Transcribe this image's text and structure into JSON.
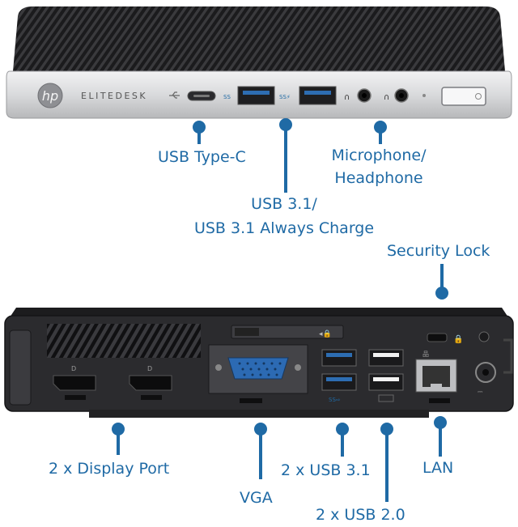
{
  "front": {
    "brand_logo_text": "hp",
    "model_text": "ELITEDESK",
    "labels": {
      "usb_type_c": "USB Type-C",
      "usb31_line1": "USB 3.1/",
      "usb31_line2": "USB 3.1 Always Charge",
      "mic_line1": "Microphone/",
      "mic_line2": "Headphone"
    }
  },
  "rear": {
    "labels": {
      "security_lock": "Security Lock",
      "display_port": "2 x Display Port",
      "vga": "VGA",
      "usb31": "2 x USB 3.1",
      "usb20": "2 x USB 2.0",
      "lan": "LAN"
    }
  },
  "colors": {
    "accent": "#1f6aa5",
    "chassis_dark": "#2a2a2d",
    "chassis_silver": "#d8d9db"
  }
}
